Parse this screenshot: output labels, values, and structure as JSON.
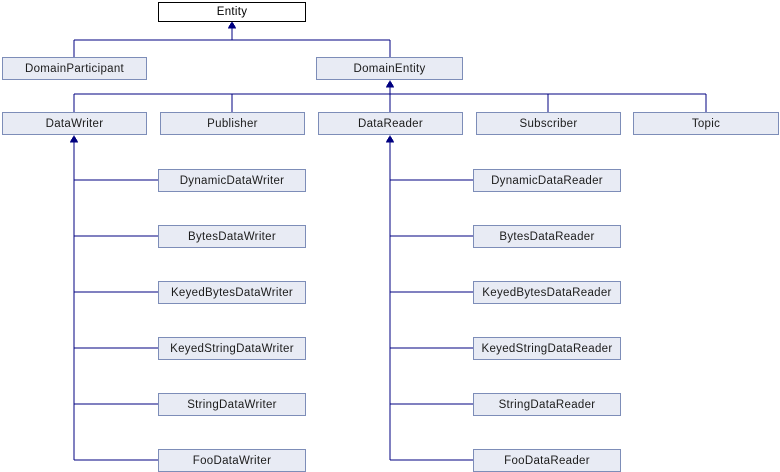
{
  "diagram": {
    "type": "class-inheritance-diagram",
    "colors": {
      "line": "#000080",
      "node_fill": "#e8ebf4",
      "node_border": "#7d8db8",
      "node_text": "#1b1b1b",
      "root_fill": "#ffffff",
      "root_border": "#000000",
      "root_text": "#000000",
      "background": "#ffffff"
    },
    "nodes": {
      "entity": {
        "label": "Entity"
      },
      "domain_participant": {
        "label": "DomainParticipant"
      },
      "domain_entity": {
        "label": "DomainEntity"
      },
      "data_writer": {
        "label": "DataWriter"
      },
      "publisher": {
        "label": "Publisher"
      },
      "data_reader": {
        "label": "DataReader"
      },
      "subscriber": {
        "label": "Subscriber"
      },
      "topic": {
        "label": "Topic"
      },
      "dynamic_data_writer": {
        "label": "DynamicDataWriter"
      },
      "bytes_data_writer": {
        "label": "BytesDataWriter"
      },
      "keyed_bytes_data_writer": {
        "label": "KeyedBytesDataWriter"
      },
      "keyed_string_data_writer": {
        "label": "KeyedStringDataWriter"
      },
      "string_data_writer": {
        "label": "StringDataWriter"
      },
      "foo_data_writer": {
        "label": "FooDataWriter"
      },
      "dynamic_data_reader": {
        "label": "DynamicDataReader"
      },
      "bytes_data_reader": {
        "label": "BytesDataReader"
      },
      "keyed_bytes_data_reader": {
        "label": "KeyedBytesDataReader"
      },
      "keyed_string_data_reader": {
        "label": "KeyedStringDataReader"
      },
      "string_data_reader": {
        "label": "StringDataReader"
      },
      "foo_data_reader": {
        "label": "FooDataReader"
      }
    },
    "edges": [
      {
        "child": "DomainParticipant",
        "parent": "Entity",
        "type": "inheritance"
      },
      {
        "child": "DomainEntity",
        "parent": "Entity",
        "type": "inheritance"
      },
      {
        "child": "DataWriter",
        "parent": "DomainEntity",
        "type": "inheritance"
      },
      {
        "child": "Publisher",
        "parent": "DomainEntity",
        "type": "inheritance"
      },
      {
        "child": "DataReader",
        "parent": "DomainEntity",
        "type": "inheritance"
      },
      {
        "child": "Subscriber",
        "parent": "DomainEntity",
        "type": "inheritance"
      },
      {
        "child": "Topic",
        "parent": "DomainEntity",
        "type": "inheritance"
      },
      {
        "child": "DynamicDataWriter",
        "parent": "DataWriter",
        "type": "inheritance"
      },
      {
        "child": "BytesDataWriter",
        "parent": "DataWriter",
        "type": "inheritance"
      },
      {
        "child": "KeyedBytesDataWriter",
        "parent": "DataWriter",
        "type": "inheritance"
      },
      {
        "child": "KeyedStringDataWriter",
        "parent": "DataWriter",
        "type": "inheritance"
      },
      {
        "child": "StringDataWriter",
        "parent": "DataWriter",
        "type": "inheritance"
      },
      {
        "child": "FooDataWriter",
        "parent": "DataWriter",
        "type": "inheritance"
      },
      {
        "child": "DynamicDataReader",
        "parent": "DataReader",
        "type": "inheritance"
      },
      {
        "child": "BytesDataReader",
        "parent": "DataReader",
        "type": "inheritance"
      },
      {
        "child": "KeyedBytesDataReader",
        "parent": "DataReader",
        "type": "inheritance"
      },
      {
        "child": "KeyedStringDataReader",
        "parent": "DataReader",
        "type": "inheritance"
      },
      {
        "child": "StringDataReader",
        "parent": "DataReader",
        "type": "inheritance"
      },
      {
        "child": "FooDataReader",
        "parent": "DataReader",
        "type": "inheritance"
      }
    ]
  }
}
